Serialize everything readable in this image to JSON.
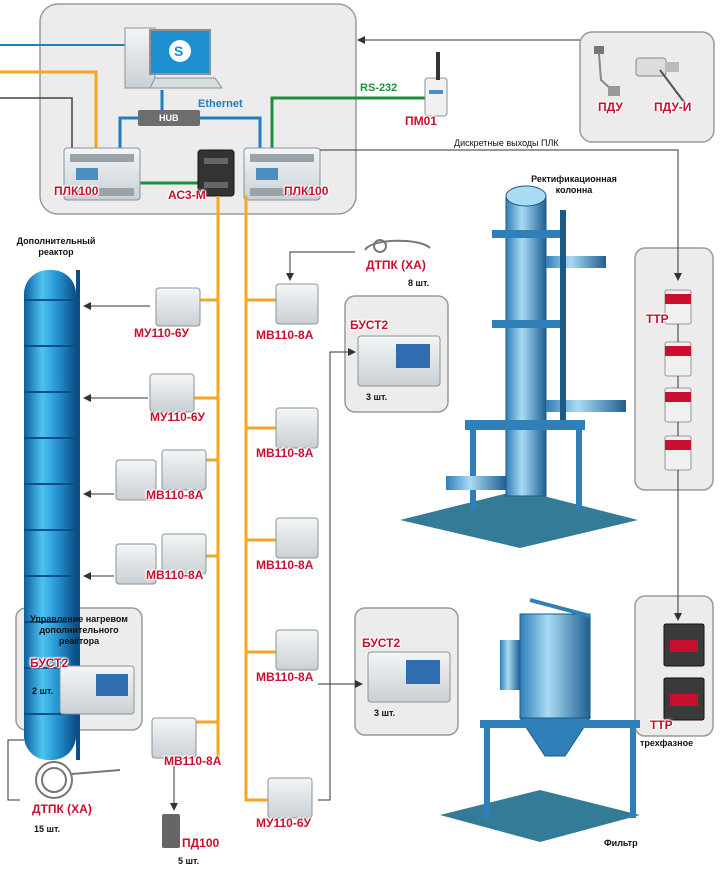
{
  "labels": {
    "plk100_left": "ПЛК100",
    "plk100_right": "ПЛК100",
    "ac3m": "АС3-М",
    "pm01": "ПМ01",
    "pdu": "ПДУ",
    "pdu_i": "ПДУ-И",
    "ttr_top": "ТТР",
    "ttr_bottom": "ТТР",
    "dtpk_top": "ДТПК (ХА)",
    "dtpk_bottom": "ДТПК (ХА)",
    "bust2_a": "БУСТ2",
    "bust2_b": "БУСТ2",
    "bust2_c": "БУСТ2",
    "mu110_1": "МУ110-6У",
    "mu110_2": "МУ110-6У",
    "mv110_l1": "МВ110-8А",
    "mv110_l2": "МВ110-8А",
    "mv110_c1": "МВ110-8А",
    "mv110_c2": "МВ110-8А",
    "mv110_c3": "МВ110-8А",
    "mv110_c4": "МВ110-8А",
    "mv110_bottom": "МВ110-8А",
    "mu110_bottom": "МУ110-6У",
    "pd100": "ПД100"
  },
  "text": {
    "ethernet": "Ethernet",
    "rs232": "RS-232",
    "hub": "HUB",
    "discrete_outputs": "Дискретные выходы ПЛК",
    "rect_column": "Ректификационная колонна",
    "extra_reactor": "Дополнительный реактор",
    "heating_control": "Управление нагревом дополнительного реактора",
    "filter": "Фильтр",
    "three_phase": "трехфазное"
  },
  "counts": {
    "dtpk_top": "8 шт.",
    "bust2_a": "3 шт.",
    "bust2_b": "3 шт.",
    "bust2_c": "2 шт.",
    "dtpk_bottom": "15 шт.",
    "pd100": "5 шт."
  },
  "colors": {
    "orange_bus": "#f5a623",
    "ethernet_blue": "#1e7fc4",
    "rs232_green": "#1d8f3a",
    "label_red": "#c8102e",
    "panel_bg": "#ececec",
    "panel_border": "#9a9a9a"
  }
}
